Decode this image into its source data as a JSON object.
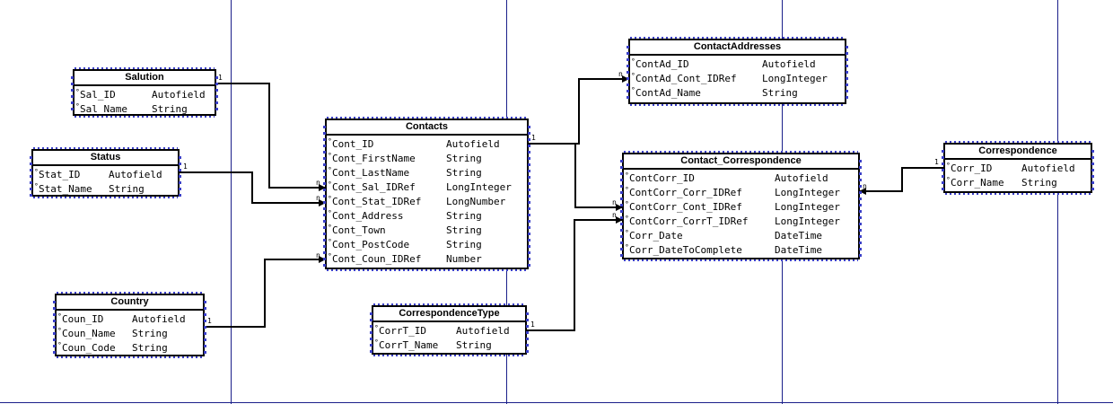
{
  "tables": {
    "salution": {
      "name": "Salution",
      "fields": [
        {
          "name": "Sal_ID",
          "type": "Autofield"
        },
        {
          "name": "Sal_Name",
          "type": "String"
        }
      ]
    },
    "status": {
      "name": "Status",
      "fields": [
        {
          "name": "Stat_ID",
          "type": "Autofield"
        },
        {
          "name": "Stat_Name",
          "type": "String"
        }
      ]
    },
    "country": {
      "name": "Country",
      "fields": [
        {
          "name": "Coun_ID",
          "type": "Autofield"
        },
        {
          "name": "Coun_Name",
          "type": "String"
        },
        {
          "name": "Coun_Code",
          "type": "String"
        }
      ]
    },
    "contacts": {
      "name": "Contacts",
      "fields": [
        {
          "name": "Cont_ID",
          "type": "Autofield"
        },
        {
          "name": "Cont_FirstName",
          "type": "String"
        },
        {
          "name": "Cont_LastName",
          "type": "String"
        },
        {
          "name": "Cont_Sal_IDRef",
          "type": "LongInteger"
        },
        {
          "name": "Cont_Stat_IDRef",
          "type": "LongNumber"
        },
        {
          "name": "Cont_Address",
          "type": "String"
        },
        {
          "name": "Cont_Town",
          "type": "String"
        },
        {
          "name": "Cont_PostCode",
          "type": "String"
        },
        {
          "name": "Cont_Coun_IDRef",
          "type": "Number"
        }
      ]
    },
    "correspondence_type": {
      "name": "CorrespondenceType",
      "fields": [
        {
          "name": "CorrT_ID",
          "type": "Autofield"
        },
        {
          "name": "CorrT_Name",
          "type": "String"
        }
      ]
    },
    "contact_addresses": {
      "name": "ContactAddresses",
      "fields": [
        {
          "name": "ContAd_ID",
          "type": "Autofield"
        },
        {
          "name": "ContAd_Cont_IDRef",
          "type": "LongInteger"
        },
        {
          "name": "ContAd_Name",
          "type": "String"
        }
      ]
    },
    "contact_correspondence": {
      "name": "Contact_Correspondence",
      "fields": [
        {
          "name": "ContCorr_ID",
          "type": "Autofield"
        },
        {
          "name": "ContCorr_Corr_IDRef",
          "type": "LongInteger"
        },
        {
          "name": "ContCorr_Cont_IDRef",
          "type": "LongInteger"
        },
        {
          "name": "ContCorr_CorrT_IDRef",
          "type": "LongInteger"
        },
        {
          "name": "Corr_Date",
          "type": "DateTime"
        },
        {
          "name": "Corr_DateToComplete",
          "type": "DateTime"
        }
      ]
    },
    "correspondence": {
      "name": "Correspondence",
      "fields": [
        {
          "name": "Corr_ID",
          "type": "Autofield"
        },
        {
          "name": "Corr_Name",
          "type": "String"
        }
      ]
    }
  },
  "relationships": [
    {
      "from": "Salution",
      "to": "Contacts",
      "one_label": "1",
      "many_label": "n"
    },
    {
      "from": "Status",
      "to": "Contacts",
      "one_label": "1",
      "many_label": "n"
    },
    {
      "from": "Country",
      "to": "Contacts",
      "one_label": "1",
      "many_label": "n"
    },
    {
      "from": "Contacts",
      "to": "ContactAddresses",
      "one_label": "1",
      "many_label": "n"
    },
    {
      "from": "Contacts",
      "to": "Contact_Correspondence",
      "one_label": "1",
      "many_label": "n"
    },
    {
      "from": "CorrespondenceType",
      "to": "Contact_Correspondence",
      "one_label": "1",
      "many_label": "n"
    },
    {
      "from": "Correspondence",
      "to": "Contact_Correspondence",
      "one_label": "1",
      "many_label": "n"
    }
  ],
  "field_marker": "°",
  "colors": {
    "page_lines": "#1a1f8a",
    "selection_handles": "#3a3fc8",
    "ink": "#000000"
  }
}
